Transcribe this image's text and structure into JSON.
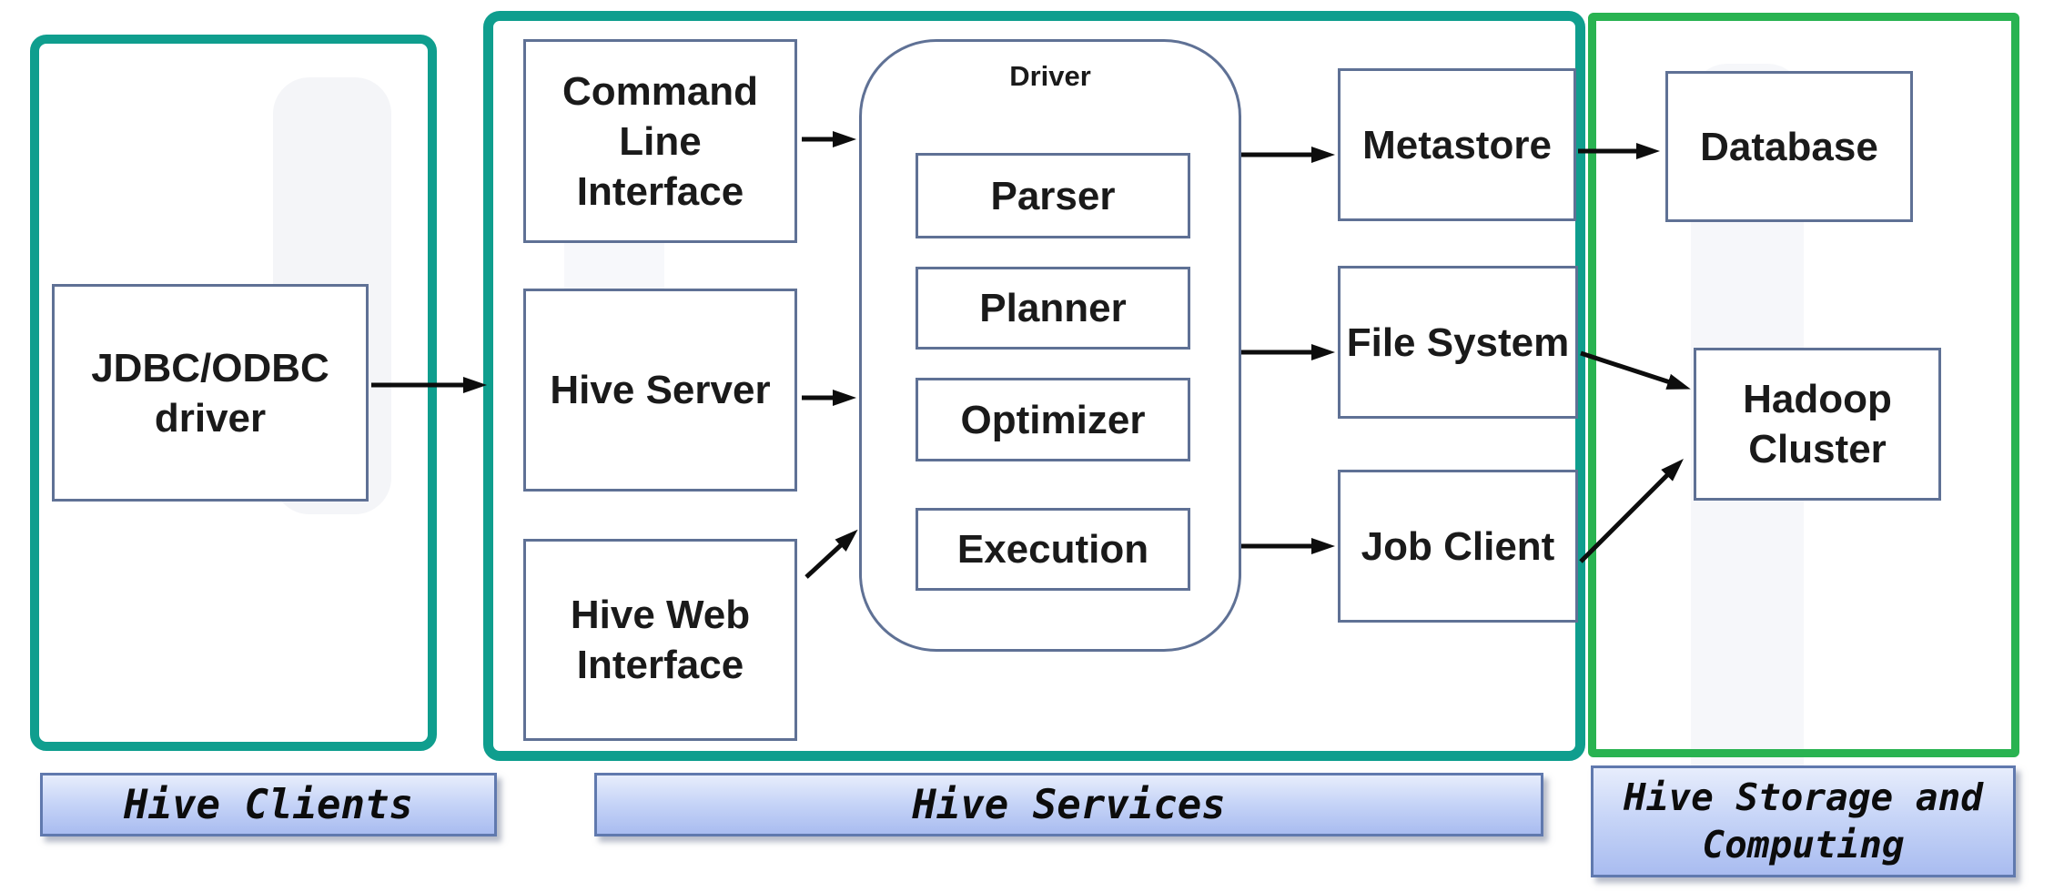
{
  "colors": {
    "teal": "#0f9e8e",
    "green": "#29b351",
    "box_border": "#5f7195",
    "label_border": "#6079ae",
    "arrow": "#0d0d0d",
    "label_grad_top": "#e7edfc",
    "label_grad_mid": "#c6d4f7",
    "label_grad_bottom": "#a9bcf0",
    "text": "#1a1a1a"
  },
  "nodes": {
    "jdbc": "JDBC/ODBC\ndriver",
    "cli": "Command\nLine\nInterface",
    "hive_server": "Hive Server",
    "hive_web": "Hive Web\nInterface",
    "driver_title": "Driver",
    "parser": "Parser",
    "planner": "Planner",
    "optimizer": "Optimizer",
    "execution": "Execution",
    "metastore": "Metastore",
    "file_system": "File System",
    "job_client": "Job Client",
    "database": "Database",
    "hadoop": "Hadoop\nCluster"
  },
  "section_labels": {
    "clients": "Hive Clients",
    "services": "Hive Services",
    "storage": "Hive Storage and\nComputing"
  }
}
